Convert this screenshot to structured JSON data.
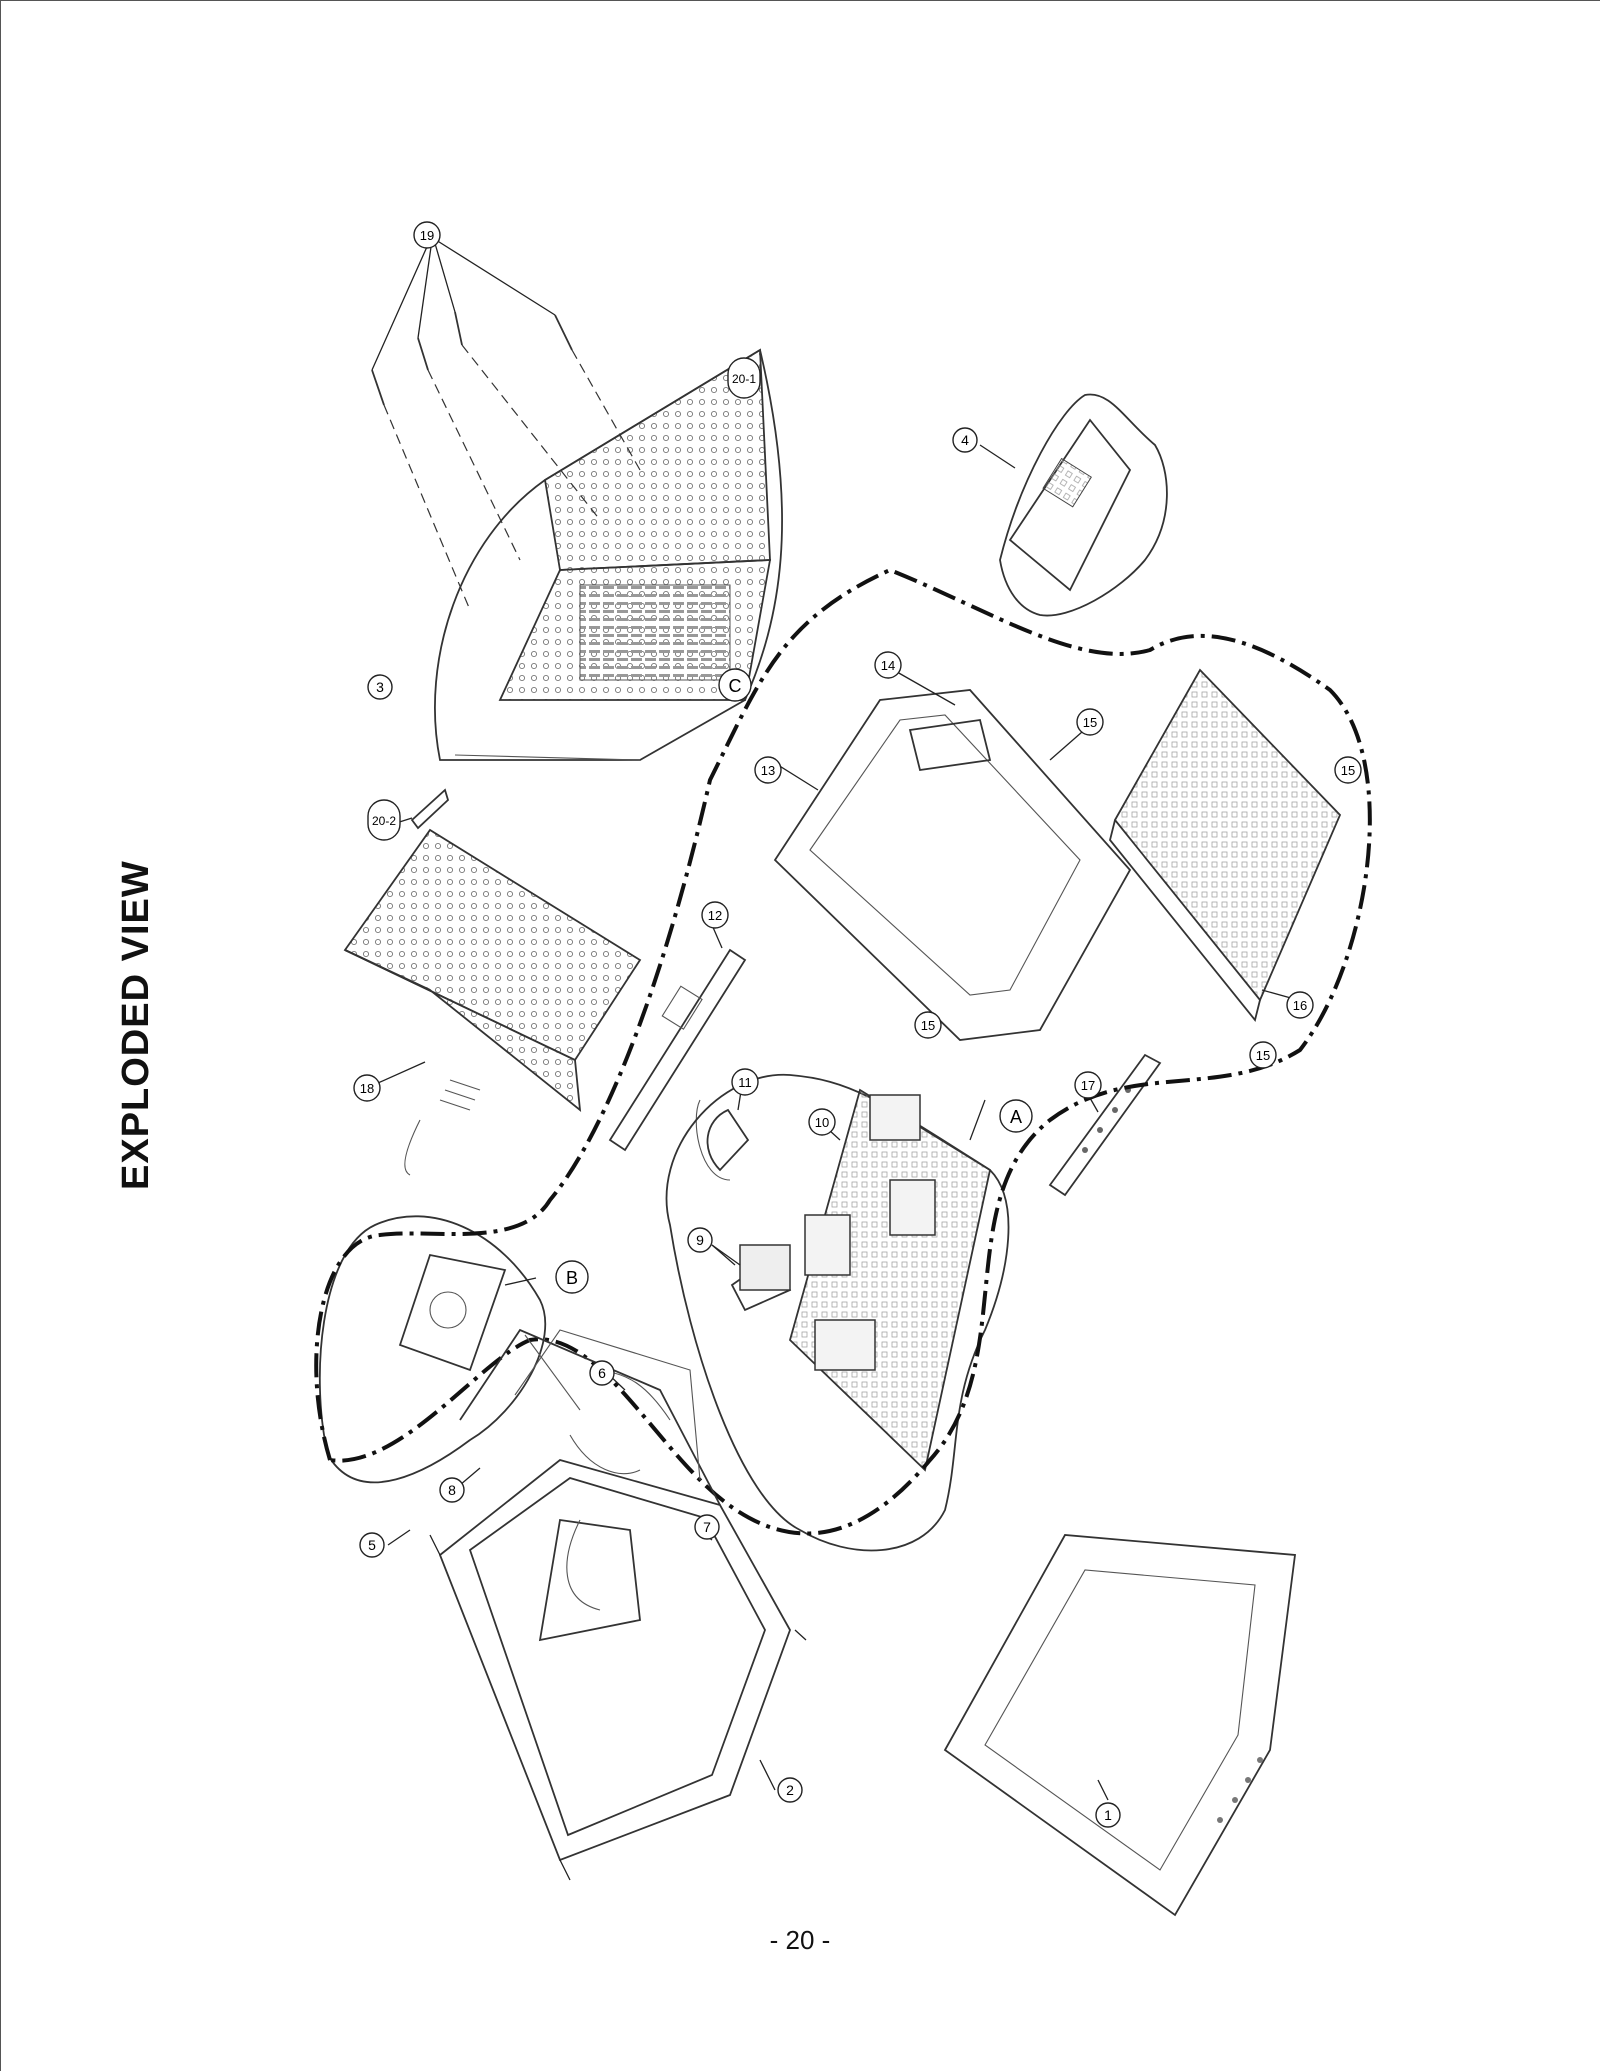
{
  "title": "EXPLODED VIEW",
  "page_number": "- 20 -",
  "callouts": {
    "c1": "1",
    "c2": "2",
    "c3": "3",
    "c4": "4",
    "c5": "5",
    "c6": "6",
    "c7": "7",
    "c8": "8",
    "c9": "9",
    "c10": "10",
    "c11": "11",
    "c12": "12",
    "c13": "13",
    "c14": "14",
    "c15a": "15",
    "c15b": "15",
    "c15c": "15",
    "c15d": "15",
    "c16": "16",
    "c17": "17",
    "c18": "18",
    "c19": "19",
    "c20_1": "20-1",
    "c20_2": "20-2",
    "cA": "A",
    "cB": "B",
    "cC": "C"
  }
}
